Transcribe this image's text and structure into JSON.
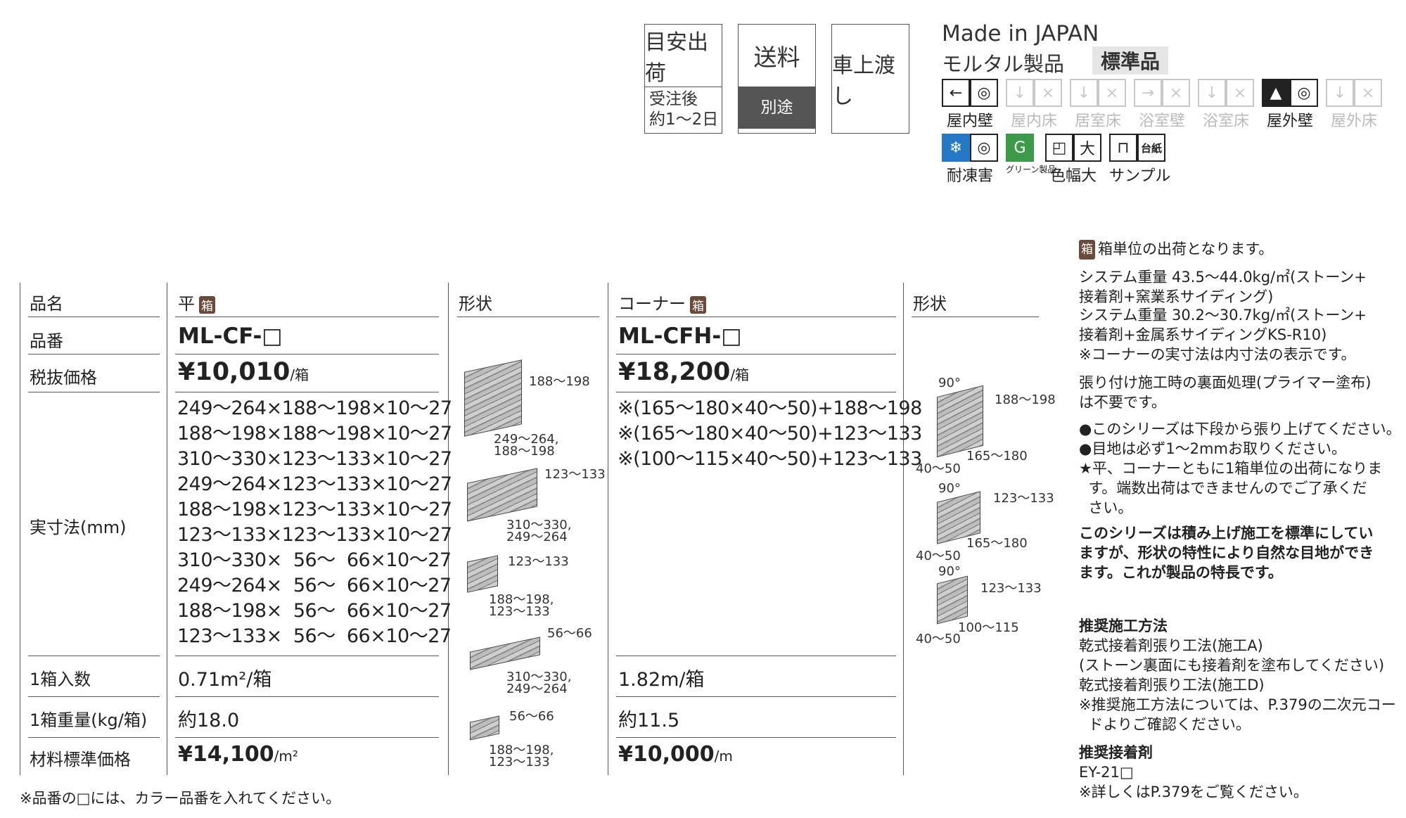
{
  "badges": {
    "guide_title": "目安出荷",
    "guide_sub": "受注後\n約1〜2日",
    "shipping_title": "送料",
    "shipping_sub": "別途",
    "truck": "車上渡し"
  },
  "header": {
    "made_in": "Made in JAPAN",
    "product_type": "モルタル製品",
    "standard": "標準品"
  },
  "icons": [
    {
      "name": "indoor-wall",
      "label": "屋内壁",
      "active": true,
      "glyph": "←"
    },
    {
      "name": "indoor-floor",
      "label": "屋内床",
      "active": false,
      "glyph": "↓"
    },
    {
      "name": "living-floor",
      "label": "居室床",
      "active": false,
      "glyph": "↓"
    },
    {
      "name": "bath-wall",
      "label": "浴室壁",
      "active": false,
      "glyph": "→"
    },
    {
      "name": "bath-floor",
      "label": "浴室床",
      "active": false,
      "glyph": "↓"
    },
    {
      "name": "outdoor-wall",
      "label": "屋外壁",
      "active": true,
      "glyph": "▲"
    },
    {
      "name": "outdoor-floor",
      "label": "屋外床",
      "active": false,
      "glyph": "↓"
    }
  ],
  "icons2": [
    {
      "name": "frost-resistance",
      "label": "耐凍害",
      "glyph": "❄"
    },
    {
      "name": "green",
      "label": "グリーン製品",
      "glyph": "G"
    },
    {
      "name": "color-range",
      "label": "色幅大",
      "glyph": "大"
    },
    {
      "name": "sample",
      "label": "サンプル",
      "glyph": "台紙"
    }
  ],
  "table": {
    "row_labels": [
      "品名",
      "品番",
      "税抜価格",
      "実寸法(mm)",
      "1箱入数",
      "1箱重量(kg/箱)",
      "材料標準価格"
    ],
    "shape_header": "形状",
    "flat": {
      "name": "平",
      "code": "ML-CF-□",
      "price": "¥10,010",
      "price_unit": "/箱",
      "dims": "249〜264×188〜198×10〜27\n188〜198×188〜198×10〜27\n310〜330×123〜133×10〜27\n249〜264×123〜133×10〜27\n188〜198×123〜133×10〜27\n123〜133×123〜133×10〜27\n310〜330×  56〜  66×10〜27\n249〜264×  56〜  66×10〜27\n188〜198×  56〜  66×10〜27\n123〜133×  56〜  66×10〜27",
      "per_box": "0.71m²/箱",
      "weight": "約18.0",
      "material_price": "¥14,100",
      "material_unit": "/m²"
    },
    "corner": {
      "name": "コーナー",
      "code": "ML-CFH-□",
      "price": "¥18,200",
      "price_unit": "/箱",
      "dims": "※(165〜180×40〜50)+188〜198\n※(165〜180×40〜50)+123〜133\n※(100〜115×40〜50)+123〜133",
      "per_box": "1.82m/箱",
      "weight": "約11.5",
      "material_price": "¥10,000",
      "material_unit": "/m"
    },
    "box_mark": "箱",
    "flat_shapes": [
      {
        "h": "188〜198",
        "w": "249〜264,\n188〜198"
      },
      {
        "h": "123〜133",
        "w": "310〜330,\n249〜264"
      },
      {
        "h": "123〜133",
        "w": "188〜198,\n123〜133"
      },
      {
        "h": "56〜66",
        "w": "310〜330,\n249〜264"
      },
      {
        "h": "56〜66",
        "w": "188〜198,\n123〜133"
      }
    ],
    "corner_shapes": [
      {
        "angle": "90°",
        "h": "188〜198",
        "w": "165〜180",
        "d": "40〜50"
      },
      {
        "angle": "90°",
        "h": "123〜133",
        "w": "165〜180",
        "d": "40〜50"
      },
      {
        "angle": "90°",
        "h": "123〜133",
        "w": "100〜115",
        "d": "40〜50"
      }
    ]
  },
  "footnote": "※品番の□には、カラー品番を入れてください。",
  "notes": {
    "box_unit": "箱単位の出荷となります。",
    "system1": "システム重量 43.5〜44.0kg/㎡(ストーン+\n接着剤+窯業系サイディング)",
    "system2": "システム重量 30.2〜30.7kg/㎡(ストーン+\n接着剤+金属系サイディングKS-R10)",
    "corner_note": "※コーナーの実寸法は内寸法の表示です。",
    "primer": "張り付け施工時の裏面処理(プライマー塗布)\nは不要です。",
    "bullets": "●このシリーズは下段から張り上げてください。\n●目地は必ず1〜2mmお取りください。\n★平、コーナーともに1箱単位の出荷になりま\n  す。端数出荷はできませんのでご了承くだ\n  さい。",
    "bold": "このシリーズは積み上げ施工を標準にしてい\nますが、形状の特性により自然な目地ができ\nます。これが製品の特長です。",
    "method_title": "推奨施工方法",
    "method_body": "乾式接着剤張り工法(施工A)\n(ストーン裏面にも接着剤を塗布してください)\n乾式接着剤張り工法(施工D)\n※推奨施工方法については、P.379の二次元コー\n  ドよりご確認ください。",
    "adhesive_title": "推奨接着剤",
    "adhesive_body": "EY-21□\n※詳しくはP.379をご覧ください。"
  }
}
